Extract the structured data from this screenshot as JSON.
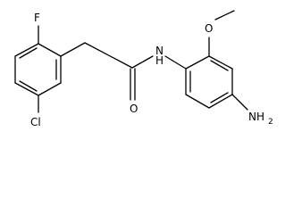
{
  "molecule": {
    "labels": {
      "fluorine": "F",
      "chlorine": "Cl",
      "oxygen_carbonyl": "O",
      "amide_nh": "N",
      "amide_h": "H",
      "methoxy_o": "O",
      "amine": "NH",
      "amine_subscript": "2"
    }
  }
}
